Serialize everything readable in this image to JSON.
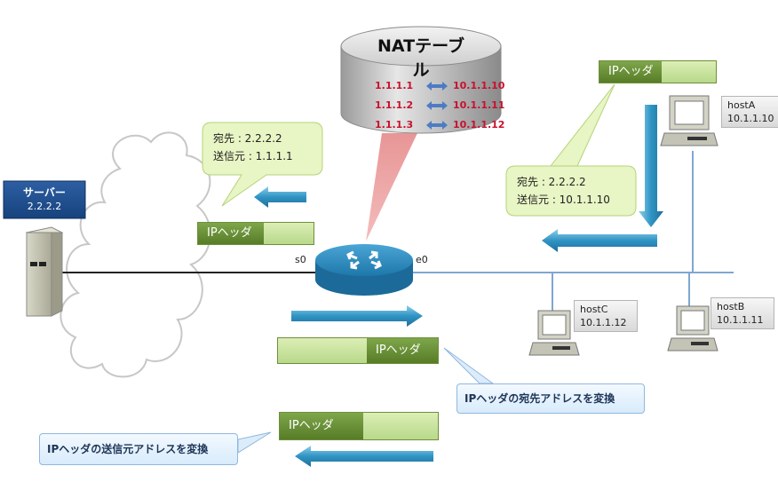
{
  "nat_table": {
    "title": "NATテーブル",
    "rows": [
      {
        "global": "1.1.1.1",
        "local": "10.1.1.10"
      },
      {
        "global": "1.1.1.2",
        "local": "10.1.1.11"
      },
      {
        "global": "1.1.1.3",
        "local": "10.1.1.12"
      }
    ]
  },
  "server": {
    "title": "サーバー",
    "ip": "2.2.2.2"
  },
  "router": {
    "s0_label": "s0",
    "e0_label": "e0"
  },
  "hosts": {
    "hostA": {
      "name": "hostA",
      "ip": "10.1.1.10"
    },
    "hostB": {
      "name": "hostB",
      "ip": "10.1.1.11"
    },
    "hostC": {
      "name": "hostC",
      "ip": "10.1.1.12"
    }
  },
  "callouts": {
    "left": {
      "dest": "宛先 : 2.2.2.2",
      "src": "送信元 : 1.1.1.1"
    },
    "right": {
      "dest": "宛先 : 2.2.2.2",
      "src": "送信元 : 10.1.1.10"
    }
  },
  "ip_header_label": "IPヘッダ",
  "notes": {
    "dest_convert": "IPヘッダの宛先アドレスを変換",
    "src_convert": "IPヘッダの送信元アドレスを変換"
  },
  "colors": {
    "network_line": "#7fa7d1",
    "arrow_blue": "#3a9ecb",
    "ip_header_green": "#6a9438",
    "nat_text_red": "#c8102e",
    "callout_fill": "#e8f5c4"
  }
}
